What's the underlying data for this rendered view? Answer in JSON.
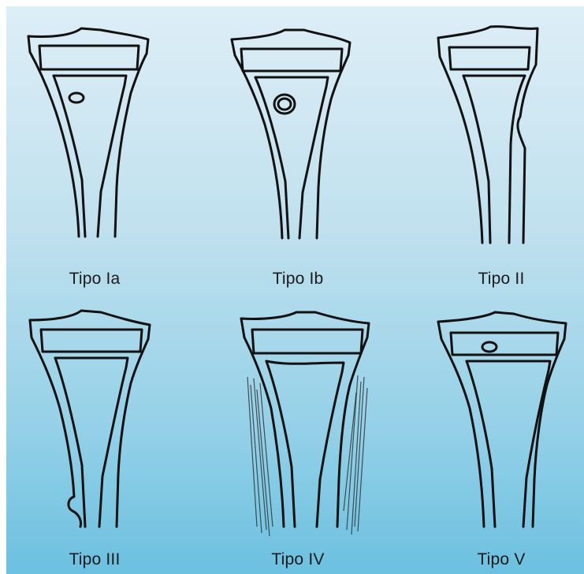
{
  "figure": {
    "colors": {
      "background_top": "#ddeef6",
      "background_bottom": "#6cc0e0",
      "line": "#111111"
    },
    "types": [
      {
        "label": "Tipo Ia"
      },
      {
        "label": "Tipo Ib"
      },
      {
        "label": "Tipo II"
      },
      {
        "label": "Tipo III"
      },
      {
        "label": "Tipo IV"
      },
      {
        "label": "Tipo V"
      }
    ]
  }
}
